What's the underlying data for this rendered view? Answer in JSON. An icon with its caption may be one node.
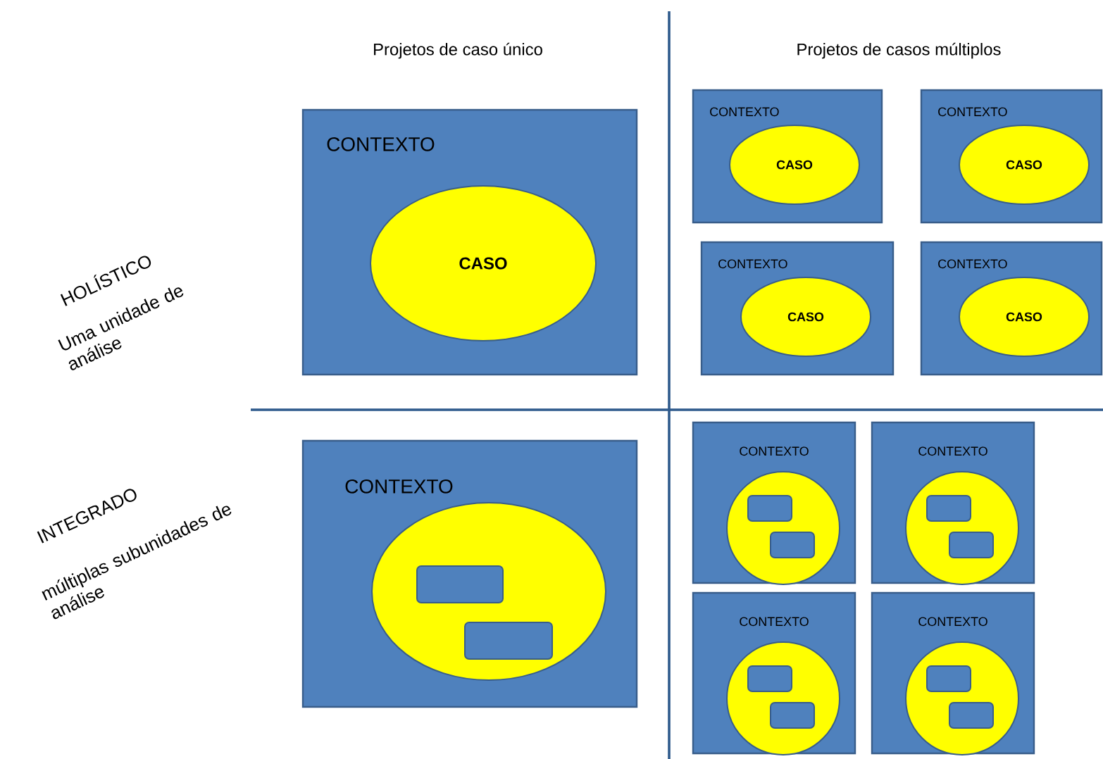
{
  "diagram": {
    "nodes": [
      {
        "text": [
          "CONTEXTO"
        ]
      },
      {
        "text": [
          "CASO"
        ],
        "in": 0
      },
      {
        "text": [
          "CONTEXTO"
        ]
      },
      {
        "text": [
          "CASO"
        ],
        "in": 2
      },
      {
        "text": [
          "CONTEXTO"
        ]
      },
      {
        "text": [
          "CASO"
        ],
        "in": 4
      },
      {
        "text": [
          "CONTEXTO"
        ]
      },
      {
        "text": [
          "CASO"
        ],
        "in": 6
      },
      {
        "text": [
          "CONTEXTO"
        ]
      },
      {
        "text": [
          "CASO"
        ],
        "in": 8
      },
      {
        "text": [
          "CONTEXTO"
        ]
      },
      {
        "text": [],
        "shape": "ellipse",
        "in": 10
      },
      {
        "text": [],
        "shape": "box",
        "in": 11
      },
      {
        "text": [],
        "shape": "box",
        "in": 11
      },
      {
        "text": [
          "CONTEXTO"
        ]
      },
      {
        "text": [],
        "shape": "circle",
        "in": 14
      },
      {
        "text": [],
        "shape": "box",
        "in": 15
      },
      {
        "text": [],
        "shape": "box",
        "in": 15
      },
      {
        "text": [
          "CONTEXTO"
        ]
      },
      {
        "text": [],
        "shape": "circle",
        "in": 18
      },
      {
        "text": [],
        "shape": "box",
        "in": 19
      },
      {
        "text": [],
        "shape": "box",
        "in": 19
      },
      {
        "text": [
          "CONTEXTO"
        ]
      },
      {
        "text": [],
        "shape": "circle",
        "in": 22
      },
      {
        "text": [],
        "shape": "box",
        "in": 23
      },
      {
        "text": [],
        "shape": "box",
        "in": 23
      },
      {
        "text": [
          "CONTEXTO"
        ]
      },
      {
        "text": [],
        "shape": "circle",
        "in": 26
      },
      {
        "text": [],
        "shape": "box",
        "in": 27
      },
      {
        "text": [],
        "shape": "box",
        "in": 27
      }
    ],
    "labels": [
      "Projetos de caso único",
      "Projetos de casos múltiplos",
      "HOLÍSTICO",
      "Uma unidade de análise",
      "INTEGRADO",
      "múltiplas subunidades de análise"
    ]
  }
}
